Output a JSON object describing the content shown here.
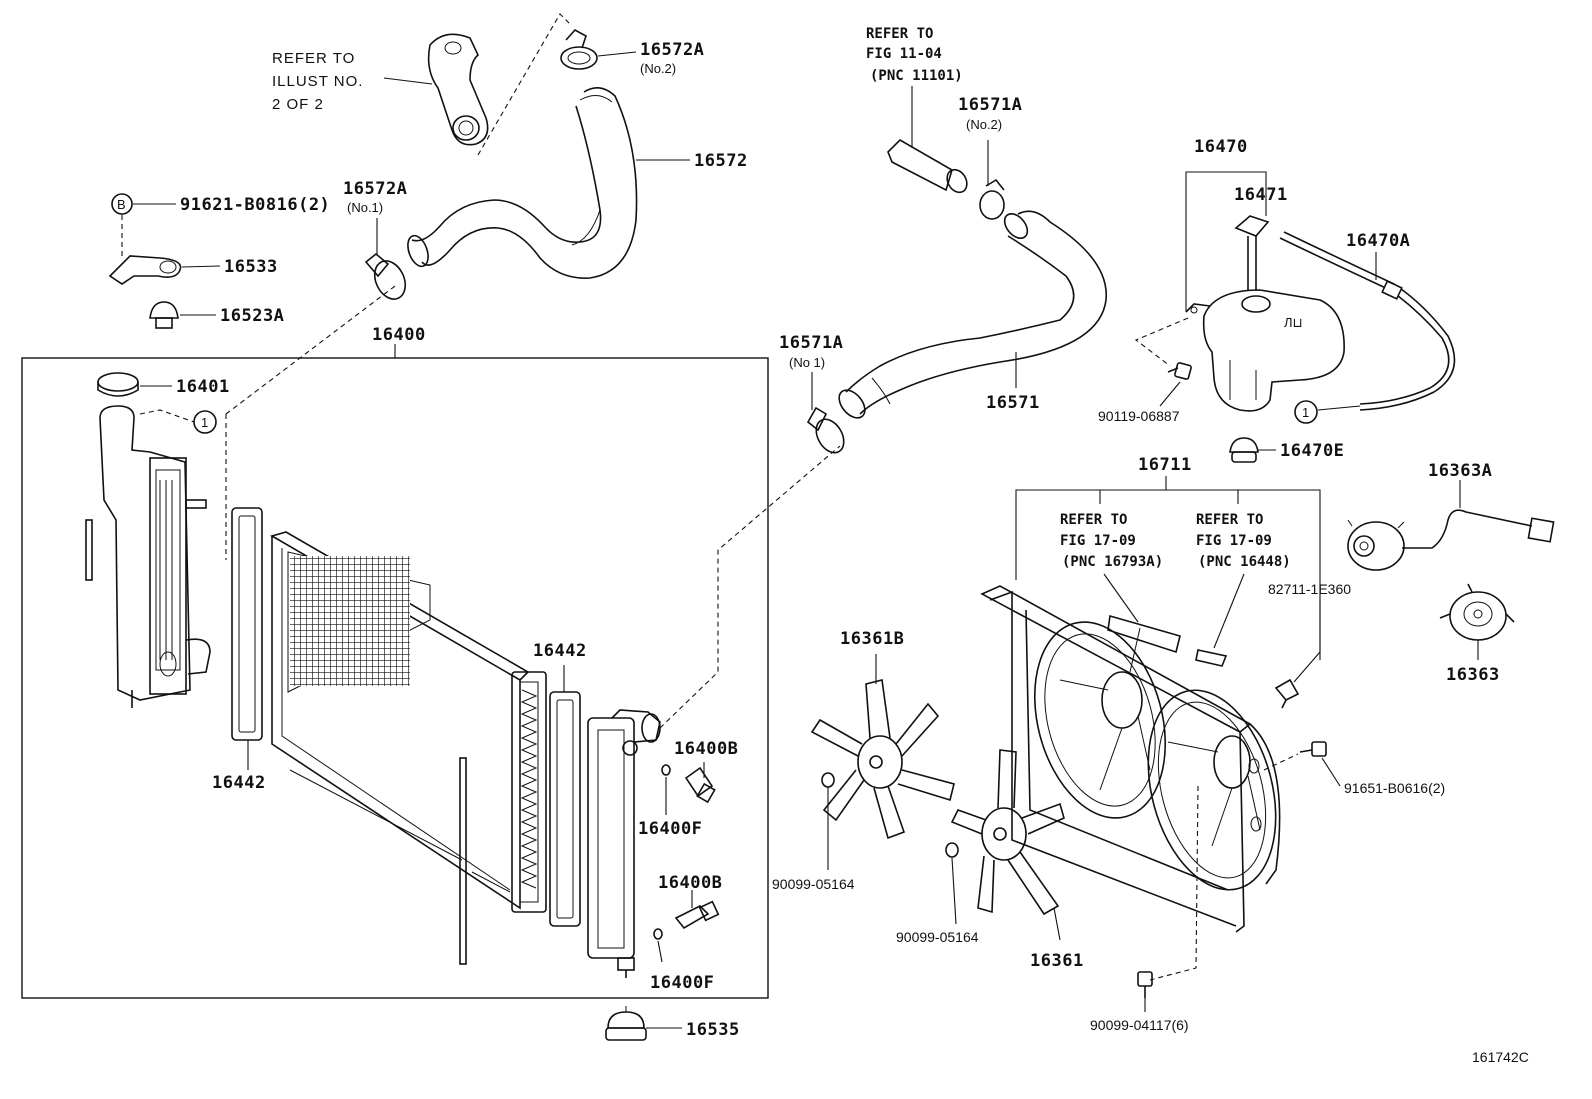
{
  "diagram": {
    "catalog_code": "161742C",
    "main_assembly_box": "16400",
    "notes": {
      "upper_hose_ref": [
        "REFER TO",
        "ILLUST NO.",
        "2 OF 2"
      ],
      "lower_hose_ref": [
        "REFER TO",
        "FIG 11-04",
        "(PNC 11101)"
      ],
      "fan_ref_left": [
        "REFER TO",
        "FIG 17-09",
        "(PNC 16793A)"
      ],
      "fan_ref_right": [
        "REFER TO",
        "FIG 17-09",
        "(PNC 16448)"
      ]
    },
    "callouts": {
      "c_16572A_no2": "16572A",
      "c_16572A_no2_sub": "(No.2)",
      "c_16572": "16572",
      "c_16572A_no1": "16572A",
      "c_16572A_no1_sub": "(No.1)",
      "c_91621": "91621-B0816(2)",
      "c_91621_marker": "B",
      "c_16533": "16533",
      "c_16523A": "16523A",
      "c_16400": "16400",
      "c_16401": "16401",
      "c_circle1_left": "1",
      "c_16442_top": "16442",
      "c_16442_left": "16442",
      "c_16400B_top": "16400B",
      "c_16400F_top": "16400F",
      "c_16400B_bottom": "16400B",
      "c_16400F_bottom": "16400F",
      "c_16535": "16535",
      "c_16571A_no2": "16571A",
      "c_16571A_no2_sub": "(No.2)",
      "c_16571A_no1": "16571A",
      "c_16571A_no1_sub": "(No 1)",
      "c_16571": "16571",
      "c_16470": "16470",
      "c_16471": "16471",
      "c_16470A": "16470A",
      "c_90119": "90119-06887",
      "c_circle1_right": "1",
      "c_16470E": "16470E",
      "c_16711": "16711",
      "c_16363A": "16363A",
      "c_82711": "82711-1E360",
      "c_16363": "16363",
      "c_16361B": "16361B",
      "c_91651": "91651-B0616(2)",
      "c_90099_left": "90099-05164",
      "c_90099_mid": "90099-05164",
      "c_16361": "16361",
      "c_90099_04117": "90099-04117(6)"
    }
  }
}
